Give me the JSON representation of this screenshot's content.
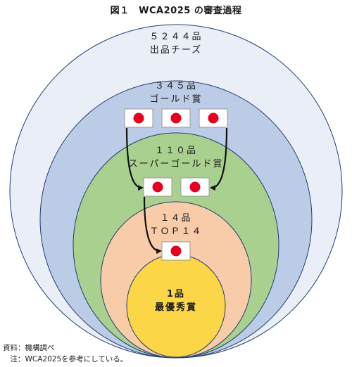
{
  "title": "図１　WCA2025 の審査過程",
  "rings": [
    {
      "line1": "５２４４品",
      "line2": "出品チーズ"
    },
    {
      "line1": "３４５品",
      "line2": "ゴールド賞"
    },
    {
      "line1": "１１０品",
      "line2": "スーパーゴールド賞"
    },
    {
      "line1": "１４品",
      "line2": "ＴＯＰ１４"
    },
    {
      "line1": "1品",
      "line2": "最優秀賞"
    }
  ],
  "notes": {
    "source": "資料：機構調べ",
    "note": "　注：WCA2025を参考にしている。"
  },
  "colors": {
    "ring_outer": "#e9eef7",
    "ring_gold": "#bccbe6",
    "ring_super_gold": "#a9d08e",
    "ring_top14": "#f8cba9",
    "ring_best": "#fbd647",
    "flag_red": "#e6001f"
  },
  "icons": {
    "flag": "japan-flag-icon",
    "arrow": "arrow-icon"
  }
}
